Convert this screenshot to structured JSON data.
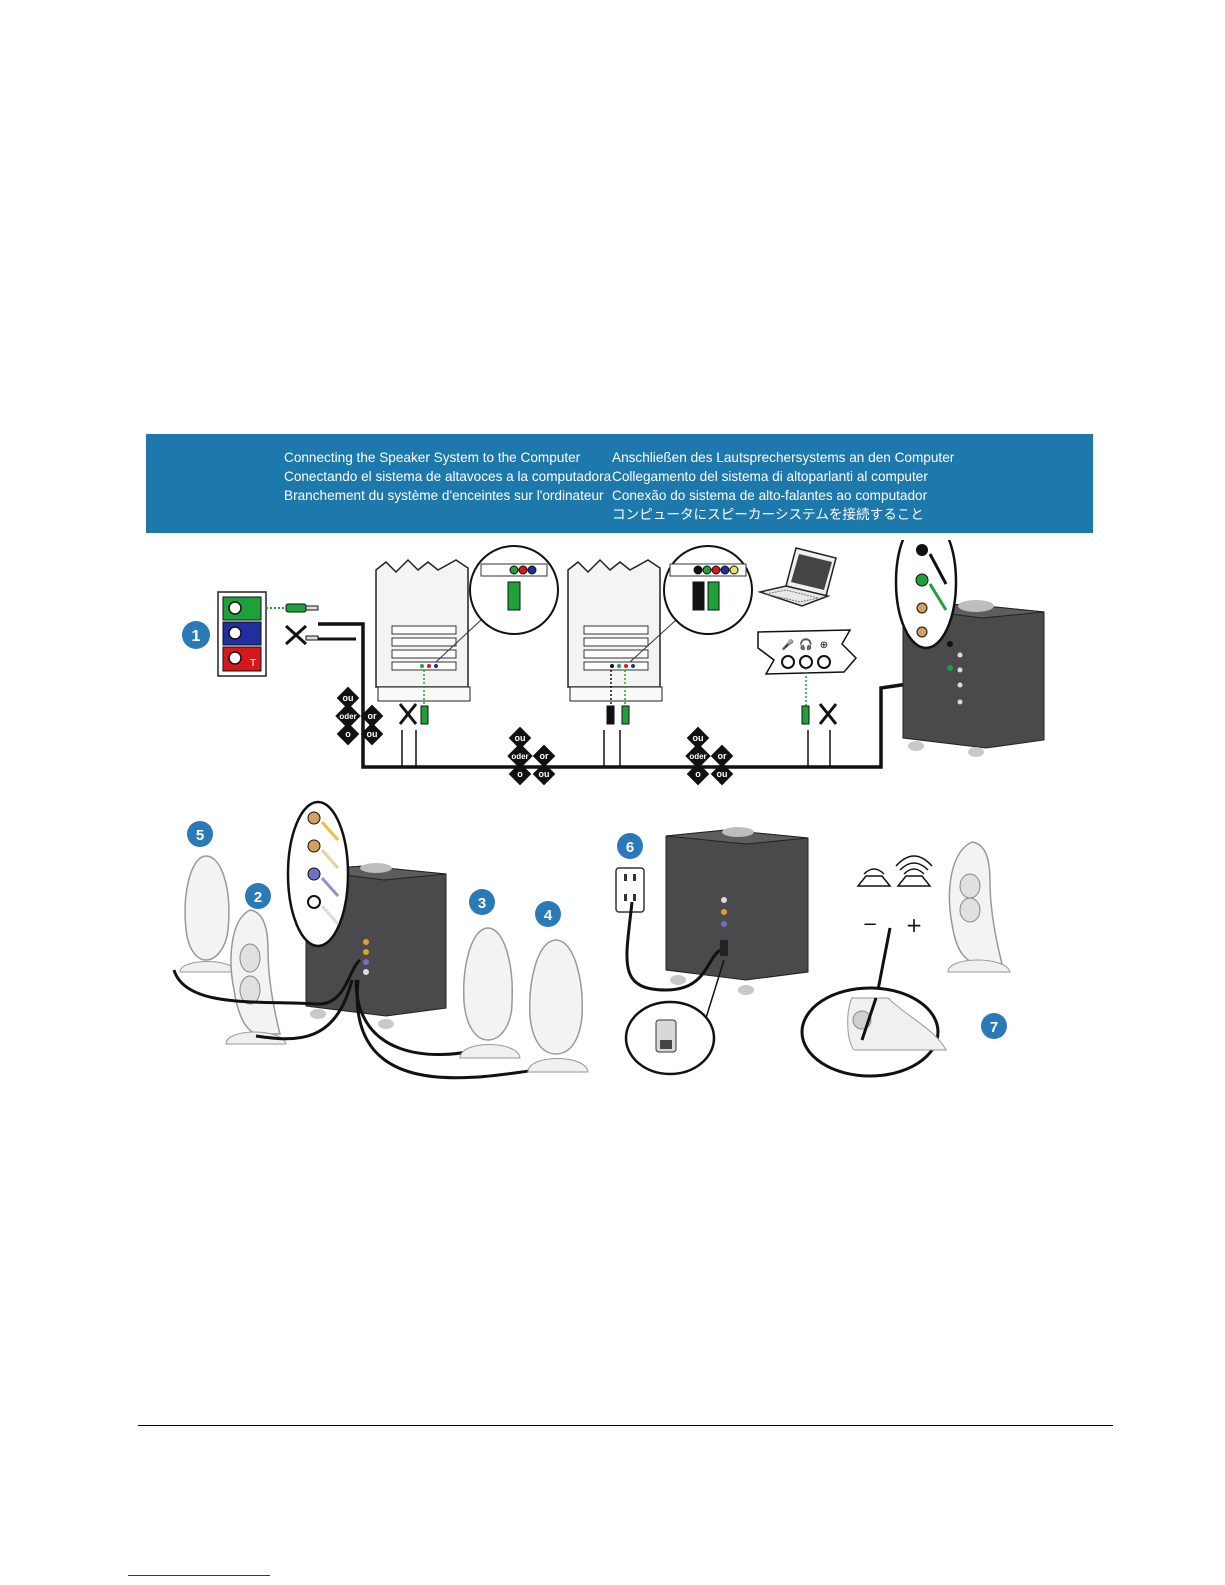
{
  "header": {
    "left": [
      "Connecting the Speaker System to the Computer",
      "Conectando el sistema de altavoces a la computadora",
      "Branchement du système d'enceintes sur l'ordinateur"
    ],
    "right": [
      "Anschließen des Lautsprechersystems an den Computer",
      "Collegamento del sistema di altoparlanti al computer",
      "Conexão do sistema de alto-falantes ao computador",
      "コンピュータにスピーカーシステムを接続すること"
    ]
  },
  "steps": [
    "1",
    "2",
    "3",
    "4",
    "5",
    "6",
    "7"
  ],
  "diamonds": {
    "top": "ou",
    "middle": "oder",
    "right": "or",
    "bottom_left": "o",
    "bottom_right": "ou"
  },
  "jack_panel": {
    "red_jack_label": "T"
  },
  "volume": {
    "minus": "−",
    "plus": "+"
  },
  "colors": {
    "banner": "#1d78ab",
    "step_badge": "#2a7ab8",
    "jack_green": "#1fa13a",
    "jack_blue": "#1f2f9e",
    "jack_red": "#d6181c",
    "subwoofer": "#4a4a4c",
    "satellite": "#f3f3f3"
  }
}
